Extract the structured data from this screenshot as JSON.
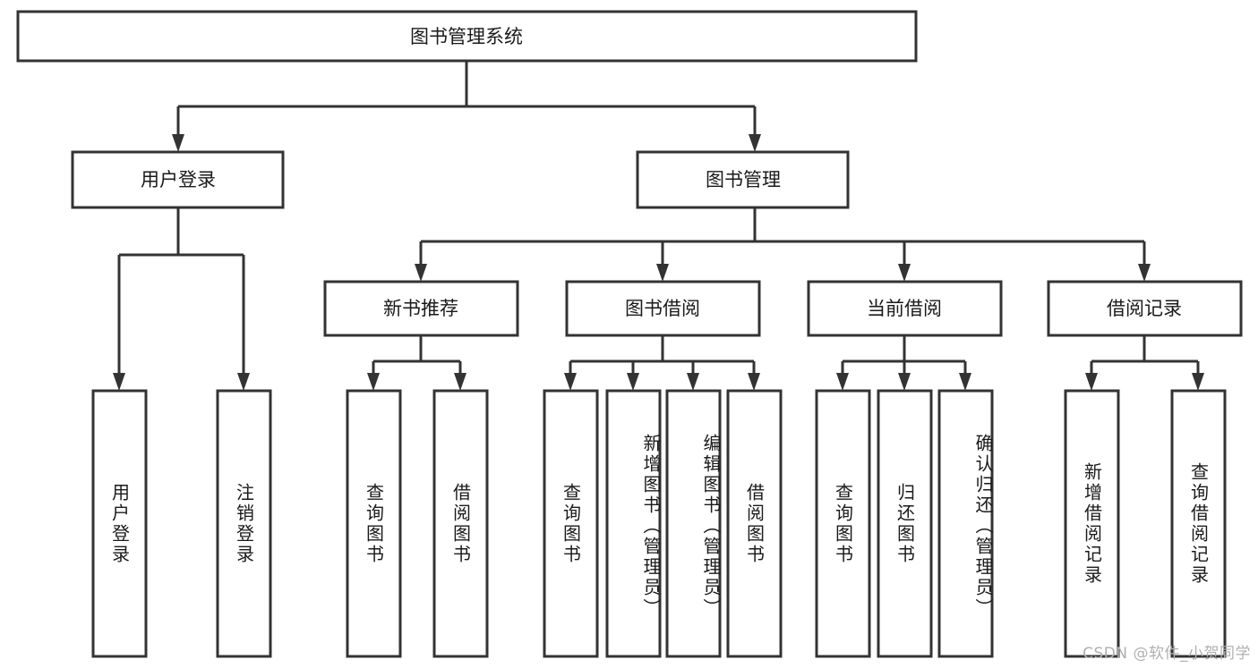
{
  "diagram": {
    "type": "tree",
    "title": "图书管理系统",
    "orientation": "top-down",
    "colors": {
      "box_stroke": "#333333",
      "box_fill": "#ffffff",
      "text": "#1a1a1a",
      "background": "#ffffff",
      "watermark": "#b0b0b0"
    },
    "root": {
      "label": "图书管理系统"
    },
    "level2": [
      {
        "label": "用户登录"
      },
      {
        "label": "图书管理"
      }
    ],
    "level3": [
      {
        "label": "新书推荐"
      },
      {
        "label": "图书借阅"
      },
      {
        "label": "当前借阅"
      },
      {
        "label": "借阅记录"
      }
    ],
    "leaves": {
      "user_login": [
        {
          "label": "用户登录"
        },
        {
          "label": "注销登录"
        }
      ],
      "new_book_recommend": [
        {
          "label": "查询图书"
        },
        {
          "label": "借阅图书"
        }
      ],
      "book_borrow": [
        {
          "label": "查询图书"
        },
        {
          "label": "新增图书（管理员）"
        },
        {
          "label": "编辑图书（管理员）"
        },
        {
          "label": "借阅图书"
        }
      ],
      "current_borrow": [
        {
          "label": "查询图书"
        },
        {
          "label": "归还图书"
        },
        {
          "label": "确认归还（管理员）"
        }
      ],
      "borrow_record": [
        {
          "label": "新增借阅记录"
        },
        {
          "label": "查询借阅记录"
        }
      ]
    }
  },
  "watermark": {
    "text": "CSDN @软件_小贺同学"
  }
}
